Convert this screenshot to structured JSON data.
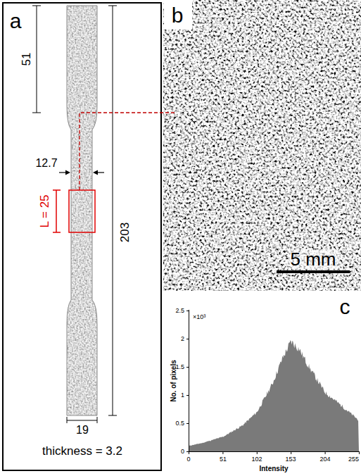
{
  "diagram": {
    "labels": [
      "a",
      "51",
      "12.7",
      "L = 25",
      "203",
      "19",
      "thickness = 3.2",
      "b",
      "5 mm",
      "c",
      "2.5",
      "2",
      "1.5",
      "1",
      "0.5",
      "0",
      "×10³",
      "0",
      "51",
      "102",
      "153",
      "204",
      "255",
      "No. of pixels",
      "Intensity"
    ]
  }
}
